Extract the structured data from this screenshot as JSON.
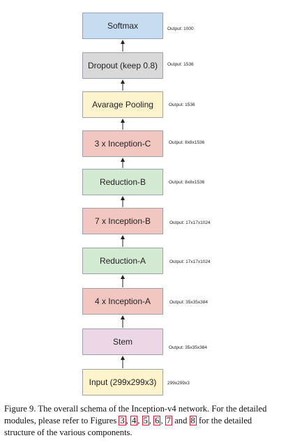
{
  "diagram": {
    "blocks": [
      {
        "label": "Softmax",
        "output": "Output: 1000",
        "color": "#c6dcf0"
      },
      {
        "label": "Dropout (keep 0.8)",
        "output": "Output: 1536",
        "color": "#d9d9d9"
      },
      {
        "label": "Avarage Pooling",
        "output": "Output: 1536",
        "color": "#fdf3cd"
      },
      {
        "label": "3 x Inception-C",
        "output": "Output: 8x8x1536",
        "color": "#f3c7c1"
      },
      {
        "label": "Reduction-B",
        "output": "Output: 8x8x1536",
        "color": "#d4ead3"
      },
      {
        "label": "7 x Inception-B",
        "output": "Output: 17x17x1024",
        "color": "#f3c7c1"
      },
      {
        "label": "Reduction-A",
        "output": "Output: 17x17x1024",
        "color": "#d4ead3"
      },
      {
        "label": "4 x Inception-A",
        "output": "Output: 35x35x384",
        "color": "#f3c7c1"
      },
      {
        "label": "Stem",
        "output": "Output: 35x35x384",
        "color": "#ecd7e6"
      },
      {
        "label": "Input (299x299x3)",
        "output": "299x299x3",
        "color": "#fdf3cd"
      }
    ],
    "arrow_color": "#222222"
  },
  "caption": {
    "prefix": "Figure 9. The overall schema of the Inception-v4 network. For the detailed modules, please refer to Figures ",
    "refs": [
      "3",
      "4",
      "5",
      "6",
      "7",
      "8"
    ],
    "and": " and ",
    "suffix": " for the detailed structure of the various components.",
    "ref_border_color": "#e0142a"
  }
}
